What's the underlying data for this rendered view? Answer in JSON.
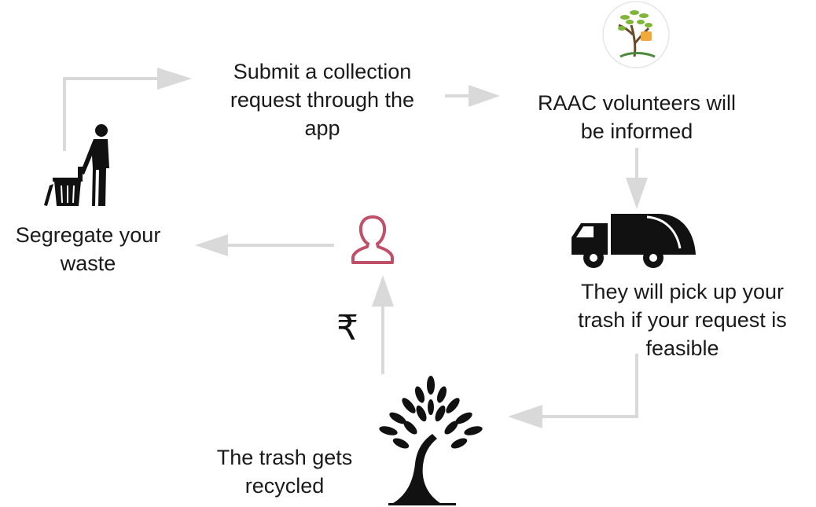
{
  "steps": {
    "segregate": {
      "line1": "Segregate your",
      "line2": "waste"
    },
    "submit": {
      "line1": "Submit a collection",
      "line2": "request through the",
      "line3": "app"
    },
    "volunteers": {
      "line1": "RAAC volunteers will",
      "line2": "be informed"
    },
    "pickup": {
      "line1": "They will pick up your",
      "line2": "trash if your request is",
      "line3": "feasible"
    },
    "recycled": {
      "line1": "The trash gets",
      "line2": "recycled"
    }
  },
  "payment": {
    "symbol": "₹"
  },
  "icons": {
    "person_dumping": "person-dumping-trash-icon",
    "logo": "raac-tree-logo",
    "truck": "garbage-truck-icon",
    "user": "user-outline-icon",
    "tree": "tree-icon"
  },
  "colors": {
    "arrow": "#d9d9d9",
    "text": "#1a1a1a",
    "user_icon": "#c0506a",
    "icon_dark": "#111111"
  }
}
